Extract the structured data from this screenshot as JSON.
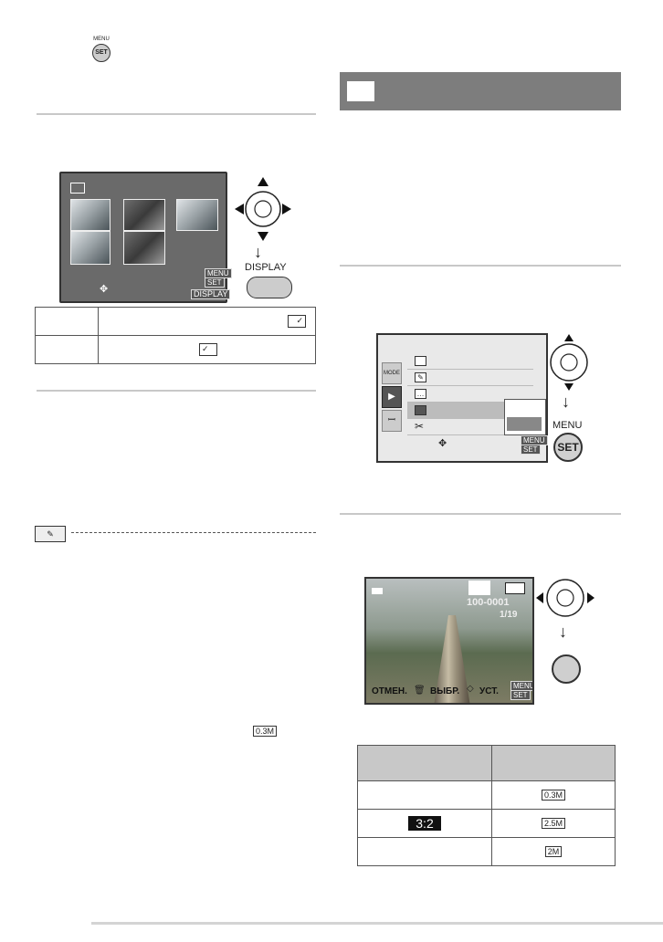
{
  "header": {
    "menu_small": "MENU",
    "set_small": "SET"
  },
  "left_screen": {
    "menu_badge": "MENU",
    "set_badge": "SET",
    "display_badge": "DISPLAY"
  },
  "left_controls": {
    "display_label": "DISPLAY"
  },
  "section_box": {
    "label": ""
  },
  "menu_screen": {
    "mode_tab": "MODE",
    "menu_badge": "MENU",
    "set_badge": "SET"
  },
  "menu_controls": {
    "menu_label": "MENU",
    "set_label": "SET"
  },
  "photo_screen": {
    "file_number": "100-0001",
    "frame_count": "1/19",
    "cancel_label": "ОТМЕН.",
    "select_label": "ВЫБР.",
    "set_label": "УСТ.",
    "menu_badge": "MENU",
    "set_badge": "SET"
  },
  "size_badge_text": "0.3M",
  "table": {
    "rows": [
      {
        "left": "",
        "right": "0.3M"
      },
      {
        "left": "3:2",
        "right": "2.5M"
      },
      {
        "left": "",
        "right": "2M"
      }
    ]
  },
  "colors": {
    "panel_gray": "#7d7d7d",
    "rule_gray": "#c8c8c8",
    "screen_dark": "#6a6a6a"
  }
}
